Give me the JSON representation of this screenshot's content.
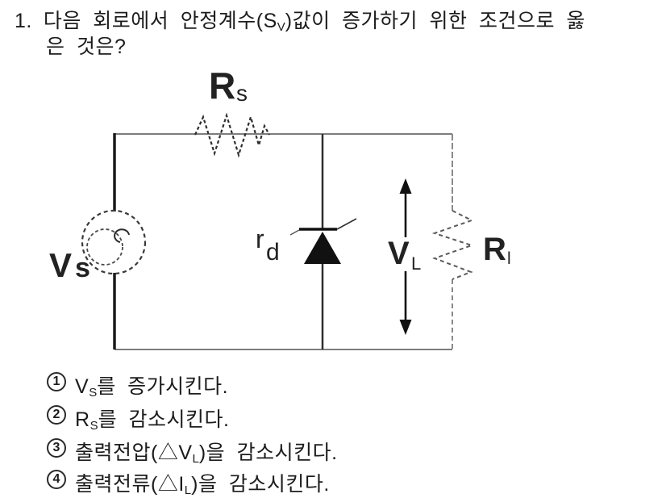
{
  "question": {
    "number": "1.",
    "line1_pre": "다음 회로에서 안정계수(S",
    "line1_sub": "V",
    "line1_post": ")값이 증가하기 위한 조건으로 옳",
    "line2": "은 것은?"
  },
  "circuit": {
    "source_label": {
      "main": "V",
      "sub": "s"
    },
    "series_resistor_label": {
      "main": "R",
      "sub": "s"
    },
    "diode_label": {
      "main": "r",
      "sub": "d"
    },
    "output_voltage_label": {
      "main": "V",
      "sub": "L"
    },
    "load_resistor_label": {
      "main": "R",
      "sub": "l"
    }
  },
  "options": [
    {
      "num": "1",
      "pre": "V",
      "sub": "S",
      "post": "를 증가시킨다."
    },
    {
      "num": "2",
      "pre": "R",
      "sub": "S",
      "post": "를 감소시킨다."
    },
    {
      "num": "3",
      "pre": "출력전압(△V",
      "sub": "L",
      "post": ")을 감소시킨다."
    },
    {
      "num": "4",
      "pre": "출력전류(△I",
      "sub": "L",
      "post": ")을 감소시킨다."
    }
  ],
  "colors": {
    "ink": "#1c1c1c",
    "wire_gray": "#7d7d7d",
    "wire_dark": "#1b1b1b",
    "background": "#ffffff"
  }
}
